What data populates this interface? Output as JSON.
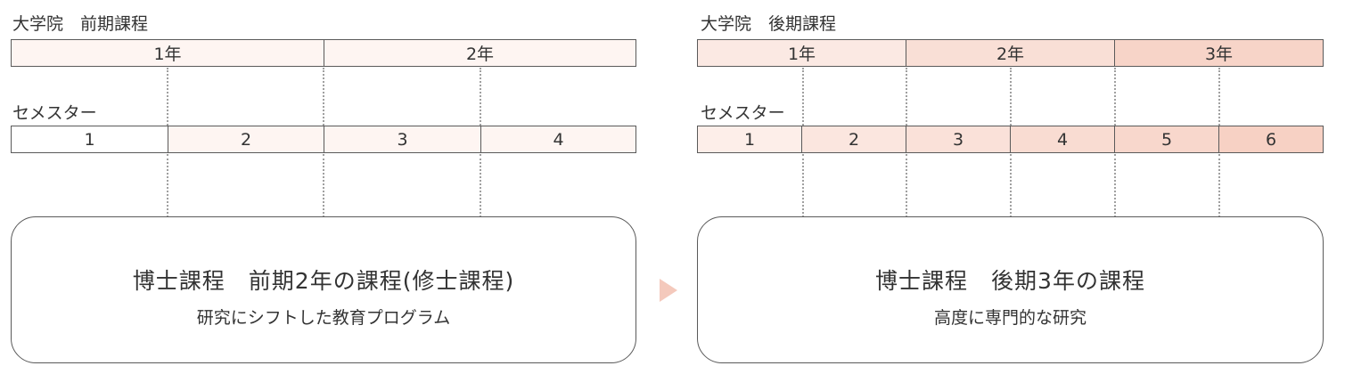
{
  "colors": {
    "border": "#5a5a5a",
    "dotted": "#a0a0a0",
    "arrow": "#f4c9bc",
    "tint1": "#fef5f2",
    "tint2": "#fbe6df",
    "tint3": "#f8d8ce"
  },
  "master": {
    "title": "大学院　前期課程",
    "years": [
      "1年",
      "2年"
    ],
    "semester_label": "セメスター",
    "semesters": [
      "1",
      "2",
      "3",
      "4"
    ],
    "box_title": "博士課程　前期2年の課程(修士課程)",
    "box_subtitle": "研究にシフトした教育プログラム"
  },
  "doctor": {
    "title": "大学院　後期課程",
    "years": [
      "1年",
      "2年",
      "3年"
    ],
    "semester_label": "セメスター",
    "semesters": [
      "1",
      "2",
      "3",
      "4",
      "5",
      "6"
    ],
    "box_title": "博士課程　後期3年の課程",
    "box_subtitle": "高度に専門的な研究"
  },
  "arrow_icon": "triangle-right-icon"
}
